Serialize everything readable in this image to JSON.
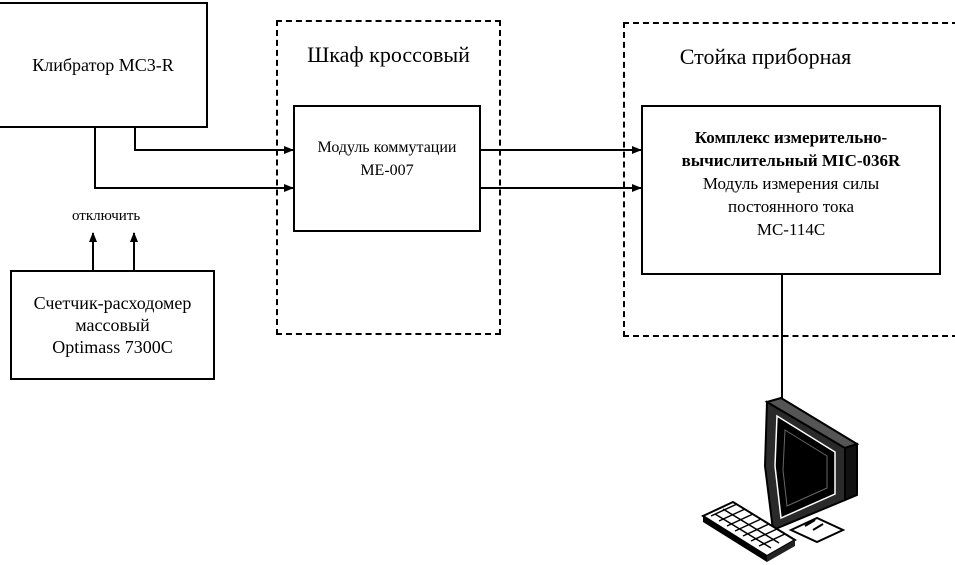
{
  "calibrator": {
    "label": "Клибратор МС3-R"
  },
  "meter": {
    "line1": "Счетчик-расходомер",
    "line2": "массовый",
    "line3": "Optimass 7300C"
  },
  "disconnect_label": "отключить",
  "cabinet": {
    "title": "Шкаф кроссовый",
    "module_line1": "Модуль коммутации",
    "module_line2": "МЕ-007"
  },
  "rack": {
    "title": "Стойка приборная",
    "complex_line1": "Комплекс измерительно-",
    "complex_line2": "вычислительный МІС-036R",
    "module_line1": "Модуль измерения силы",
    "module_line2": "постоянного тока",
    "module_line3": "МС-114С"
  },
  "computer": {
    "icon": "computer-workstation-icon"
  }
}
